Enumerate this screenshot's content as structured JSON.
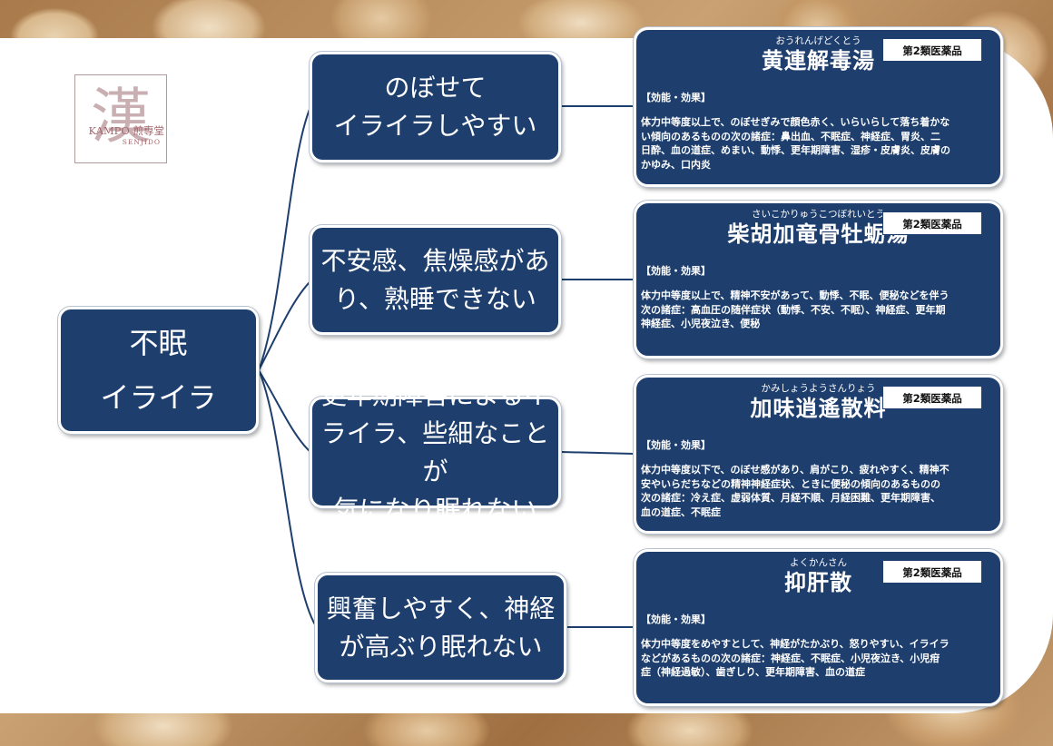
{
  "logo": {
    "kanji": "漢",
    "brand_line": "KAMPO 煎専堂",
    "brand_sub": "SENJIDO"
  },
  "center": {
    "line1": "不眠",
    "line2": "イライラ"
  },
  "symptoms": [
    {
      "line1": "のぼせて",
      "line2": "イライラしやすい"
    },
    {
      "line1": "不安感、焦燥感があ",
      "line2": "り、熟睡できない"
    },
    {
      "line1": "更年期障害によるイ",
      "line2": "ライラ、些細なことが",
      "line3": "気になり眠れない"
    },
    {
      "line1": "興奮しやすく、神経",
      "line2": "が高ぶり眠れない"
    }
  ],
  "remedies": [
    {
      "furigana": "おうれんげどくとう",
      "name": "黄連解毒湯",
      "badge": "第2類医薬品",
      "effect_label": "【効能・効果】",
      "line1": "体力中等度以上で、のぼせぎみで顔色赤く、いらいらして落ち着かな",
      "line2": "い傾向のあるものの次の諸症：鼻出血、不眠症、神経症、胃炎、二",
      "line3": "日酔、血の道症、めまい、動悸、更年期障害、湿疹・皮膚炎、皮膚の",
      "line4": "かゆみ、口内炎"
    },
    {
      "furigana": "さいこかりゅうこつぼれいとう",
      "name": "柴胡加竜骨牡蛎湯",
      "badge": "第2類医薬品",
      "effect_label": "【効能・効果】",
      "line1": "体力中等度以上で、精神不安があって、動悸、不眠、便秘などを伴う",
      "line2": "次の諸症：高血圧の随伴症状（動悸、不安、不眠）、神経症、更年期",
      "line3": "神経症、小児夜泣き、便秘"
    },
    {
      "furigana": "かみしょうようさんりょう",
      "name": "加味逍遙散料",
      "badge": "第2類医薬品",
      "effect_label": "【効能・効果】",
      "line1": "体力中等度以下で、のぼせ感があり、肩がこり、疲れやすく、精神不",
      "line2": "安やいらだちなどの精神神経症状、ときに便秘の傾向のあるものの",
      "line3": "次の諸症：冷え症、虚弱体質、月経不順、月経困難、更年期障害、",
      "line4": "血の道症、不眠症"
    },
    {
      "furigana": "よくかんさん",
      "name": "抑肝散",
      "badge": "第2類医薬品",
      "effect_label": "【効能・効果】",
      "line1": "体力中等度をめやすとして、神経がたかぶり、怒りやすい、イライラ",
      "line2": "などがあるものの次の諸症：神経症、不眠症、小児夜泣き、小児疳",
      "line3": "症（神経過敏）、歯ぎしり、更年期障害、血の道症"
    }
  ],
  "colors": {
    "box_fill": "#1e3f6e",
    "connector": "#1e3f6e",
    "panel": "#ffffff"
  }
}
